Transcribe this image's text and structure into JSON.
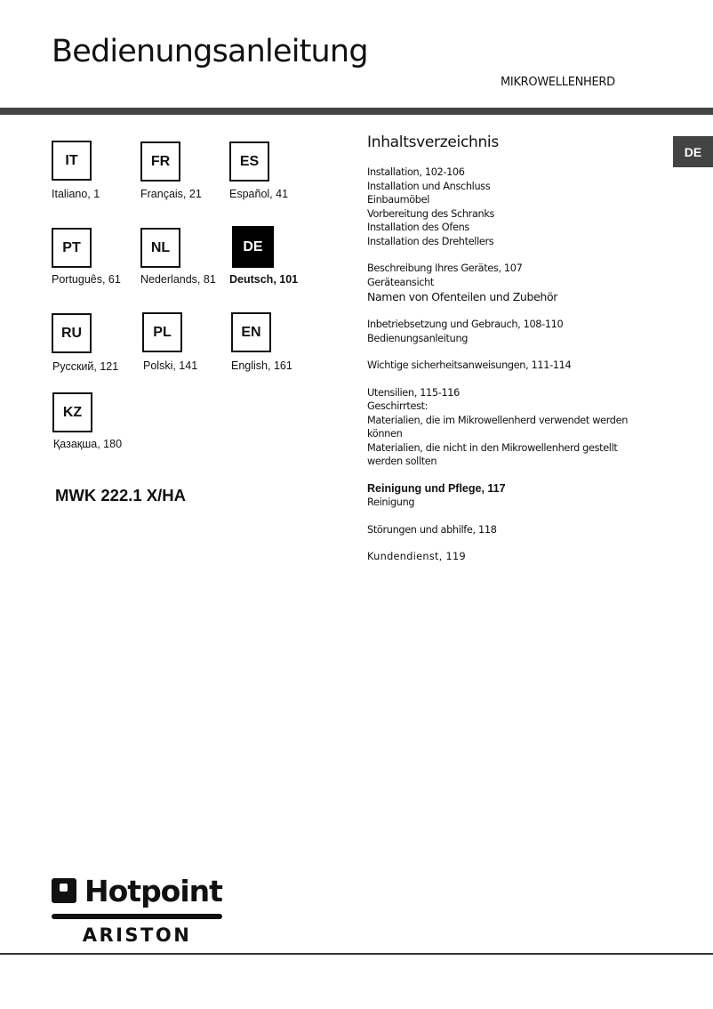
{
  "header": {
    "title": "Bedienungsanleitung",
    "subtitle": "MIKROWELLENHERD"
  },
  "languages": [
    {
      "code": "IT",
      "label": "Italiano, 1",
      "active": false
    },
    {
      "code": "FR",
      "label": "Français, 21",
      "active": false
    },
    {
      "code": "ES",
      "label": "Español, 41",
      "active": false
    },
    {
      "code": "PT",
      "label": "Português, 61",
      "active": false
    },
    {
      "code": "NL",
      "label": "Nederlands, 81",
      "active": false
    },
    {
      "code": "DE",
      "label": "Deutsch, 101",
      "active": true
    },
    {
      "code": "RU",
      "label": "Русский, 121",
      "active": false
    },
    {
      "code": "PL",
      "label": "Polski, 141",
      "active": false
    },
    {
      "code": "EN",
      "label": "English, 161",
      "active": false
    },
    {
      "code": "KZ",
      "label": "Қазақша, 180",
      "active": false
    }
  ],
  "model": "MWK 222.1 X/HA",
  "toc": {
    "title": "Inhaltsverzeichnis",
    "groups": [
      {
        "lines": [
          "Installation, 102-106",
          "Installation und Anschluss",
          "Einbaumöbel",
          "Vorbereitung des Schranks",
          "Installation des Ofens",
          "Installation des Drehtellers"
        ]
      },
      {
        "lines": [
          "Beschreibung Ihres Gerätes, 107",
          "Geräteansicht",
          "Namen von Ofenteilen und Zubehör"
        ]
      },
      {
        "lines": [
          "Inbetriebsetzung und Gebrauch, 108-110",
          "Bedienungsanleitung"
        ]
      },
      {
        "lines": [
          "Wichtige sicherheitsanweisungen, 111-114"
        ]
      },
      {
        "lines": [
          "Utensilien, 115-116",
          "Geschirrtest:",
          "Materialien, die im Mikrowellenherd verwendet werden können",
          "Materialien, die nicht in den Mikrowellenherd gestellt werden sollten"
        ]
      },
      {
        "lines": [
          "Reinigung und Pflege, 117",
          "Reinigung"
        ]
      },
      {
        "lines": [
          "Störungen und abhilfe, 118"
        ]
      },
      {
        "lines": [
          "Kundendienst, 119"
        ]
      }
    ]
  },
  "side_tab": {
    "label": "DE"
  },
  "brand": {
    "name": "Hotpoint",
    "sub": "ARISTON"
  },
  "colors": {
    "bar": "#444444",
    "text": "#111111",
    "active_box": "#000000"
  }
}
